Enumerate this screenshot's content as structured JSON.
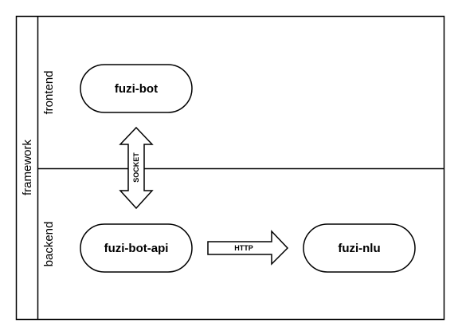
{
  "diagram": {
    "pool": {
      "label": "framework"
    },
    "lanes": [
      {
        "label": "frontend"
      },
      {
        "label": "backend"
      }
    ],
    "nodes": {
      "fuzi_bot": {
        "label": "fuzi-bot"
      },
      "fuzi_bot_api": {
        "label": "fuzi-bot-api"
      },
      "fuzi_nlu": {
        "label": "fuzi-nlu"
      }
    },
    "connectors": {
      "socket": {
        "label": "SOCKET"
      },
      "http": {
        "label": "HTTP"
      }
    },
    "colors": {
      "stroke": "#000000",
      "fill": "#ffffff"
    }
  }
}
